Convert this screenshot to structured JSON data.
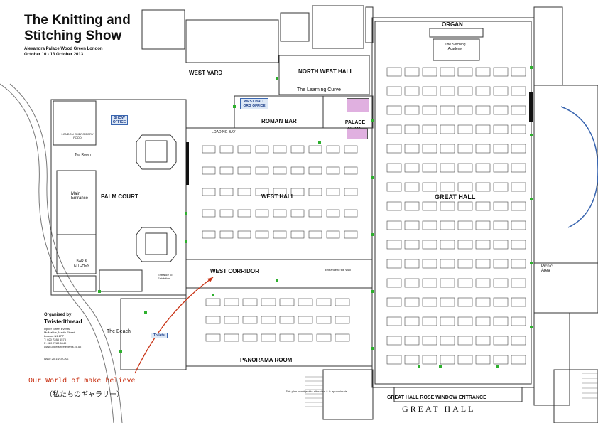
{
  "title": {
    "line1": "The Knitting and",
    "line2": "Stitching Show"
  },
  "subtitle": {
    "venue": "Alexandra Palace Wood Green London",
    "dates": "October 10 - 13 October 2013"
  },
  "organiser": {
    "heading": "Organised by:",
    "name": "Twistedthread",
    "address": [
      "Upper Street Events",
      "Mr Malthe, Martin Street",
      "London N1 2PP",
      "T: 020 7288 6575",
      "F: 020 7288 6649",
      "www.upperstreetevents.co.uk"
    ],
    "issue": "Issue 20 15/10CAS"
  },
  "halls": {
    "west_yard": "WEST YARD",
    "north_west_hall": "NORTH WEST HALL",
    "learning_curve": "The Learning Curve",
    "west_hall_office": "WEST HALL ORG OFFICE",
    "roman_bar": "ROMAN BAR",
    "palace_suite": "PALACE SUITE",
    "loading_bay": "LOADING BAY",
    "palm_court": "PALM COURT",
    "west_hall": "WEST HALL",
    "west_corridor": "WEST CORRIDOR",
    "great_hall": "GREAT HALL",
    "organ": "ORGAN",
    "panorama_room": "PANORAMA ROOM",
    "the_beach": "The Beach",
    "picnic_area": "Picnic Area",
    "main_entrance": "Main Entrance",
    "tea_room": "Tea Room",
    "bar_kitchen": "BAR & KITCHEN",
    "entrance_exhibition": "Entrance to Exhibition",
    "entrance_west_hall": "Entrance to the Wall",
    "rose_window": "GREAT HALL ROSE WINDOW ENTRANCE",
    "great_hall_big": "GREAT   HALL",
    "toilets": "Toilets",
    "show_office": "SHOW OFFICE",
    "stitching_academy": "The Stitching Academy",
    "london_embroidery": "LONDON EMBROIDERY FOOD",
    "plan_note": "This plan is subject to alteration & is approximate"
  },
  "callout": {
    "english": "Our World of make believe",
    "japanese": "（私たちのギャラリー）"
  },
  "colors": {
    "callout_red": "#c83214",
    "office_blue": "#3a66b0",
    "highlight_magenta": "#e0b0e0",
    "door_green": "#2db02d"
  }
}
